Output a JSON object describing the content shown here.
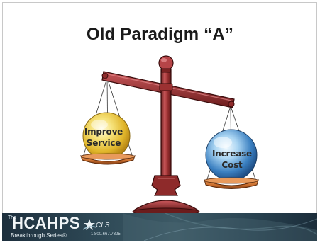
{
  "slide": {
    "title": "Old Paradigm “A”",
    "left_pan_label": "Improve\nService",
    "right_pan_label": "Increase\nCost",
    "illustration": "balance-scale-icon",
    "tilt": "left pan raised, right pan lowered"
  },
  "colors": {
    "scale_body": "#8e2a2a",
    "scale_highlight": "#c9575a",
    "pan_copper": "#c76a2a",
    "left_ball_gold": "#e0b52a",
    "right_ball_blue": "#3a7fc0",
    "footer_bg": "#2f4a57",
    "title_text": "#1a1a1a"
  },
  "footer": {
    "brand_prefix": "The",
    "brand_name": "HCAHPS",
    "brand_subtitle": "Breakthrough Series®",
    "partner_name": "CLS",
    "partner_phone": "1.800.667.7325",
    "partner_icon": "star-swoosh-icon"
  }
}
